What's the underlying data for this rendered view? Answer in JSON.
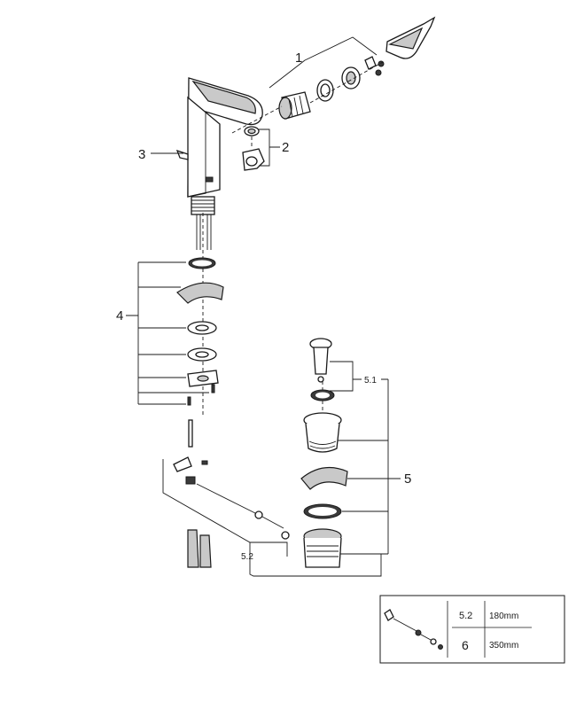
{
  "callouts": {
    "c1": "1",
    "c2": "2",
    "c3": "3",
    "c4": "4",
    "c5": "5",
    "c5_1": "5.1",
    "c5_2": "5.2"
  },
  "legend_table": {
    "rows": [
      {
        "part": "5.2",
        "length": "180mm"
      },
      {
        "part": "6",
        "length": "350mm"
      }
    ]
  },
  "colors": {
    "line": "#1a1a1a",
    "shade": "#c9c9c9",
    "dark": "#3a3a3a"
  }
}
